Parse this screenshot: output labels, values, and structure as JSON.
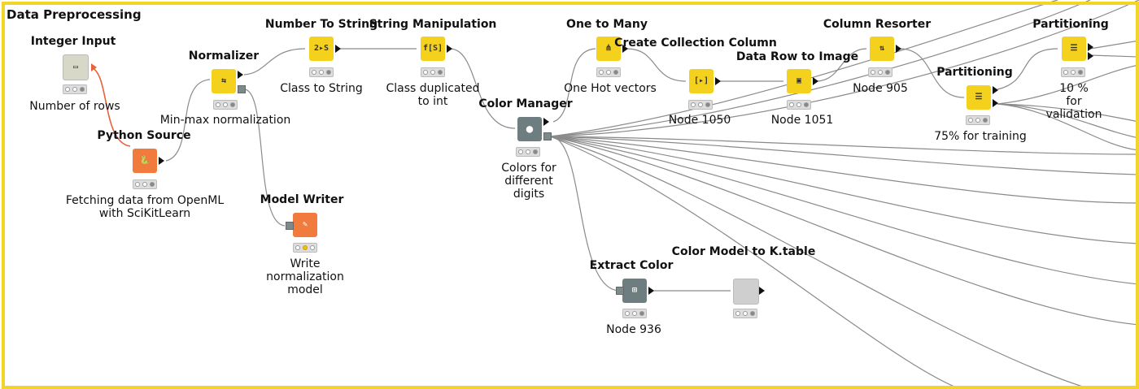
{
  "workflow": {
    "title": "Data Preprocessing"
  },
  "nodes": {
    "integer_input": {
      "name": "Integer Input",
      "annotation": "Number of rows"
    },
    "python_source": {
      "name": "Python Source",
      "annotation": "Fetching data from OpenML\nwith SciKitLearn"
    },
    "normalizer": {
      "name": "Normalizer",
      "annotation": "Min-max normalization"
    },
    "model_writer": {
      "name": "Model Writer",
      "annotation": "Write\nnormalization\nmodel"
    },
    "number_to_string": {
      "name": "Number To String",
      "annotation": "Class to String",
      "icon": "2▸S"
    },
    "string_manipulation": {
      "name": "String Manipulation",
      "annotation": "Class duplicated\nto int",
      "icon": "f[S]"
    },
    "color_manager": {
      "name": "Color Manager",
      "annotation": "Colors for\ndifferent\ndigits"
    },
    "one_to_many": {
      "name": "One to Many",
      "annotation": "One Hot vectors"
    },
    "create_collection": {
      "name": "Create Collection\nColumn",
      "annotation": "Node 1050"
    },
    "data_row_to_image": {
      "name": "Data Row to Image",
      "annotation": "Node 1051"
    },
    "column_resorter": {
      "name": "Column Resorter",
      "annotation": "Node 905"
    },
    "partitioning_1": {
      "name": "Partitioning",
      "annotation": "75% for training"
    },
    "partitioning_2": {
      "name": "Partitioning",
      "annotation": "10 %\nfor validation"
    },
    "extract_color": {
      "name": "Extract Color",
      "annotation": "Node 936"
    },
    "color_model_to_table": {
      "name": "Color Model\nto K.table",
      "annotation": ""
    }
  },
  "colors": {
    "frame": "#f3d52a",
    "manipulator": "#f4d11d",
    "source": "#f07b3d",
    "writer": "#f07b3d",
    "viz": "#6e7e80",
    "other": "#cfcfcf",
    "flow_variable": "#e8623a"
  }
}
